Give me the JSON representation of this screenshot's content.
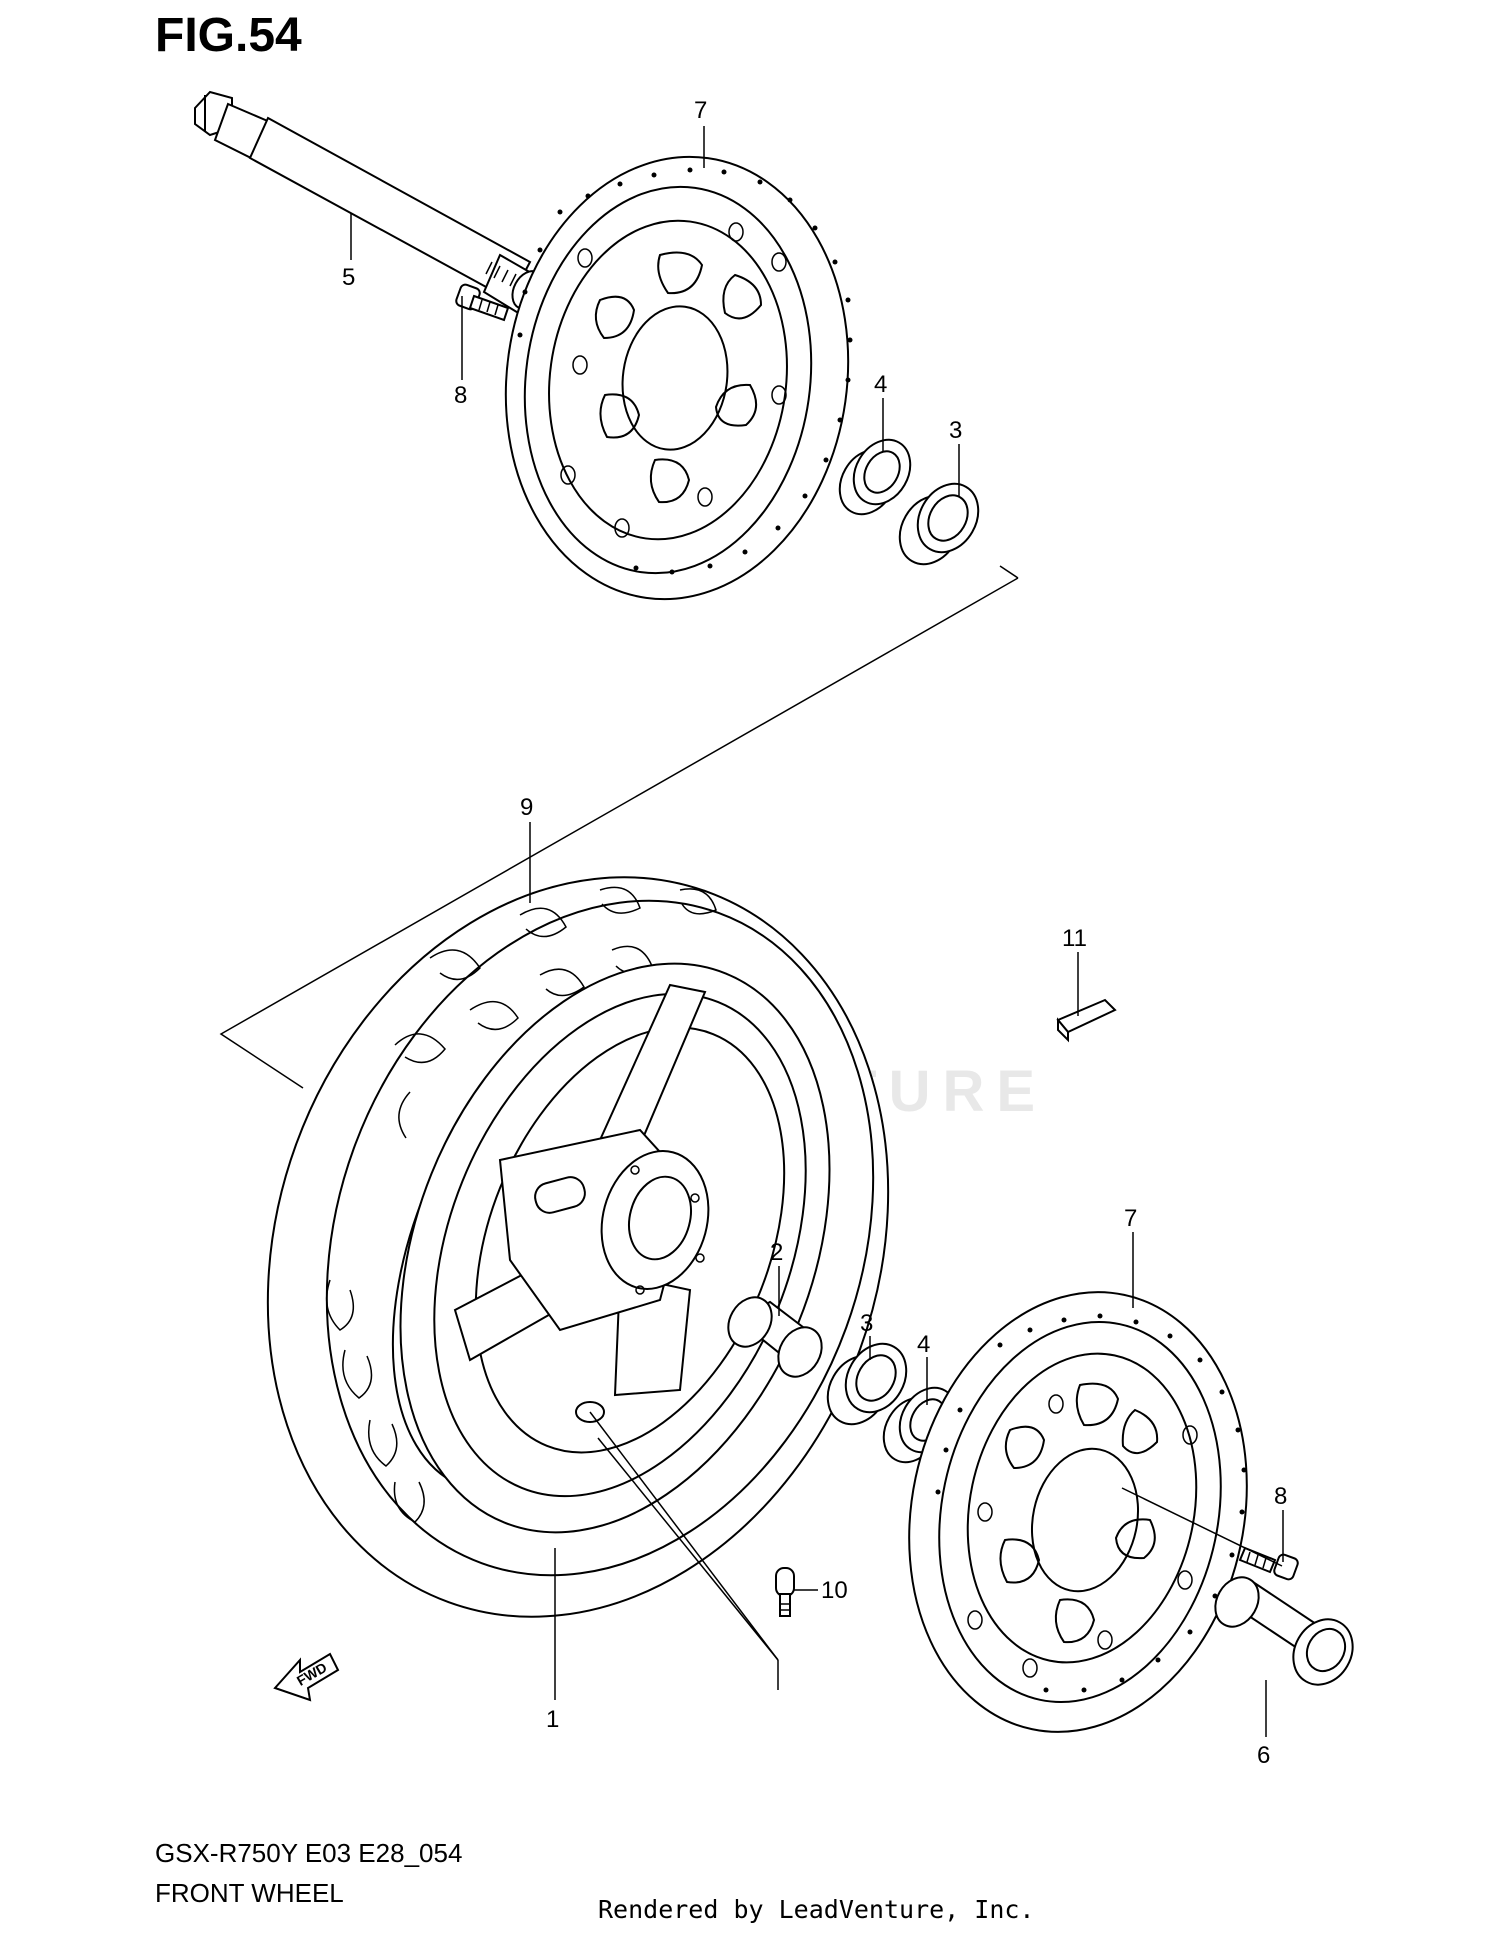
{
  "figure_title": "FIG.54",
  "model_code": "GSX-R750Y E03 E28_054",
  "section_name": "FRONT WHEEL",
  "rendered_by": "Rendered by LeadVenture, Inc.",
  "watermark": "LEADVENTURE",
  "fwd_arrow_label": "FWD",
  "callouts": [
    "7",
    "5",
    "8",
    "4",
    "3",
    "9",
    "11",
    "2",
    "3",
    "4",
    "7",
    "8",
    "10",
    "1",
    "6"
  ]
}
